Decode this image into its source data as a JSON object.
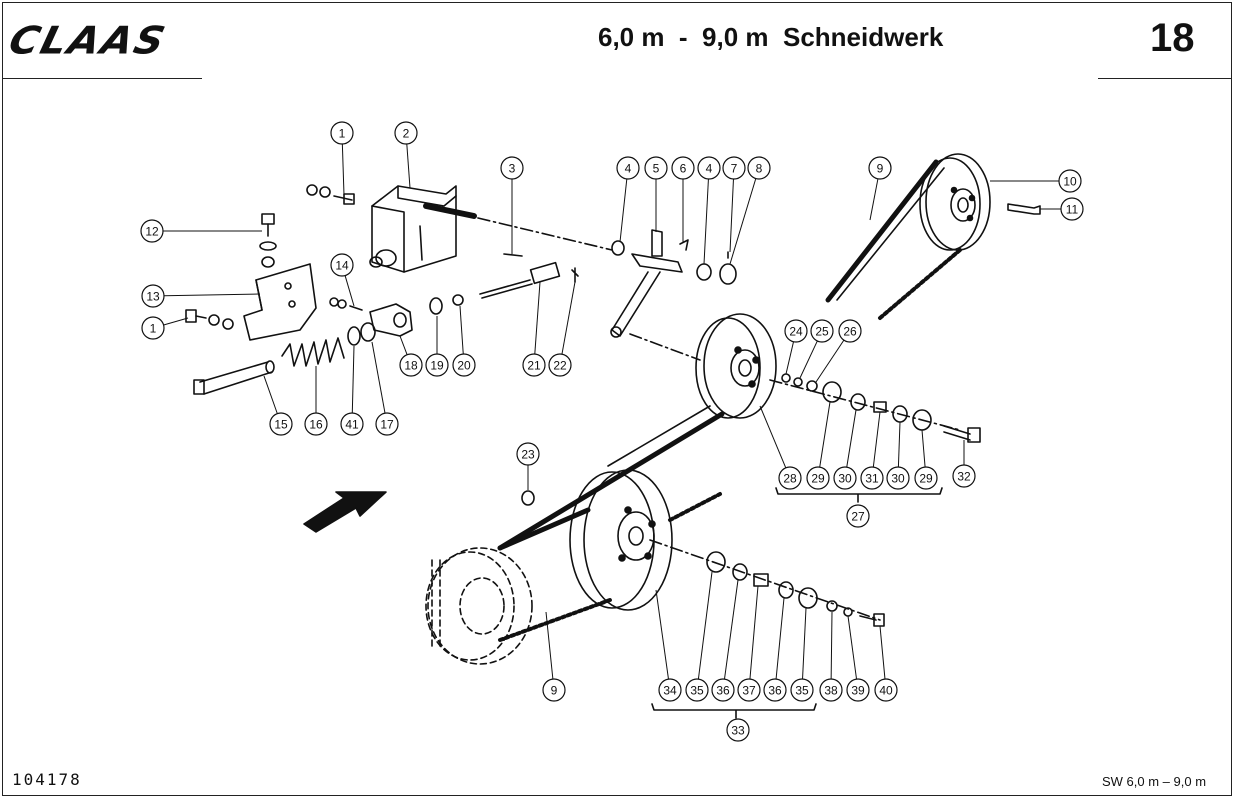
{
  "header": {
    "logo_text": "CLAAS",
    "title": "6,0 m  -  9,0 m  Schneidwerk",
    "page_number": "18"
  },
  "footer": {
    "document_number": "104178",
    "reference": "SW 6,0 m – 9,0 m"
  },
  "diagram": {
    "part_labels": [
      {
        "id": "c1a",
        "num": "1"
      },
      {
        "id": "c2",
        "num": "2"
      },
      {
        "id": "c3",
        "num": "3"
      },
      {
        "id": "c4a",
        "num": "4"
      },
      {
        "id": "c5",
        "num": "5"
      },
      {
        "id": "c6",
        "num": "6"
      },
      {
        "id": "c4b",
        "num": "4"
      },
      {
        "id": "c7",
        "num": "7"
      },
      {
        "id": "c8",
        "num": "8"
      },
      {
        "id": "c9a",
        "num": "9"
      },
      {
        "id": "c10",
        "num": "10"
      },
      {
        "id": "c11",
        "num": "11"
      },
      {
        "id": "c12",
        "num": "12"
      },
      {
        "id": "c13",
        "num": "13"
      },
      {
        "id": "c14",
        "num": "14"
      },
      {
        "id": "c1b",
        "num": "1"
      },
      {
        "id": "c18",
        "num": "18"
      },
      {
        "id": "c19",
        "num": "19"
      },
      {
        "id": "c20",
        "num": "20"
      },
      {
        "id": "c21",
        "num": "21"
      },
      {
        "id": "c22",
        "num": "22"
      },
      {
        "id": "c15",
        "num": "15"
      },
      {
        "id": "c16",
        "num": "16"
      },
      {
        "id": "c41",
        "num": "41"
      },
      {
        "id": "c17",
        "num": "17"
      },
      {
        "id": "c24",
        "num": "24"
      },
      {
        "id": "c25",
        "num": "25"
      },
      {
        "id": "c26",
        "num": "26"
      },
      {
        "id": "c28",
        "num": "28"
      },
      {
        "id": "c29a",
        "num": "29"
      },
      {
        "id": "c30a",
        "num": "30"
      },
      {
        "id": "c31",
        "num": "31"
      },
      {
        "id": "c30b",
        "num": "30"
      },
      {
        "id": "c29b",
        "num": "29"
      },
      {
        "id": "c32",
        "num": "32"
      },
      {
        "id": "c27",
        "num": "27"
      },
      {
        "id": "c23",
        "num": "23"
      },
      {
        "id": "c9b",
        "num": "9"
      },
      {
        "id": "c34",
        "num": "34"
      },
      {
        "id": "c35a",
        "num": "35"
      },
      {
        "id": "c36a",
        "num": "36"
      },
      {
        "id": "c37",
        "num": "37"
      },
      {
        "id": "c36b",
        "num": "36"
      },
      {
        "id": "c35b",
        "num": "35"
      },
      {
        "id": "c38",
        "num": "38"
      },
      {
        "id": "c39",
        "num": "39"
      },
      {
        "id": "c40",
        "num": "40"
      },
      {
        "id": "c33",
        "num": "33"
      }
    ]
  }
}
